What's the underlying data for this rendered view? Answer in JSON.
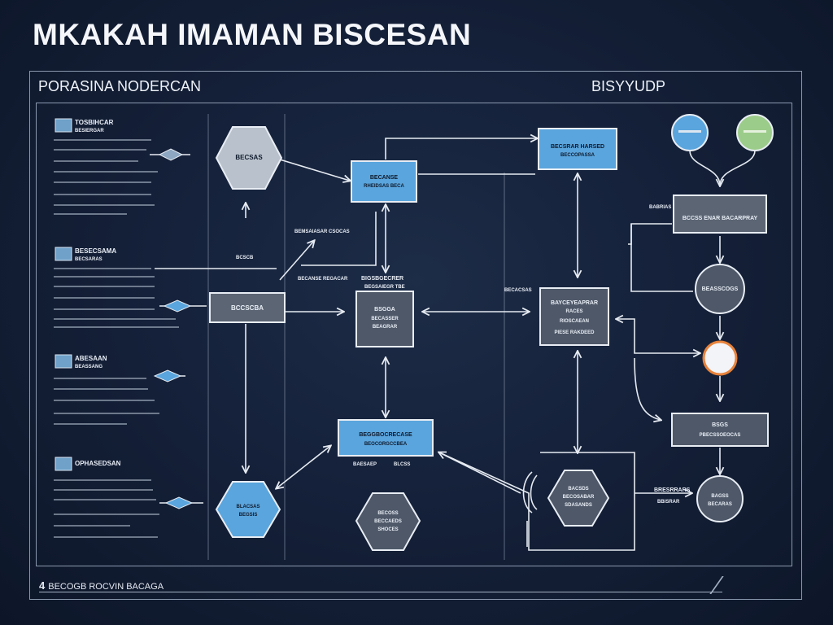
{
  "title": "MKAKAH IMAMAN BISCESAN",
  "left_panel_title": "PORASINA NODERCAN",
  "right_panel_title": "BISYYUDP",
  "footer": {
    "number": "4",
    "text": "BECOGB ROCVIN BACAGA"
  },
  "colors": {
    "background": "#15213a",
    "node_blue": "#5aa5dd",
    "node_gray": "#5b6573",
    "node_hex": "#b9c2cc",
    "node_green": "#9ccc8a",
    "accent_orange": "#e8823a",
    "line": "#e6ebf2"
  },
  "sidebar": [
    {
      "heading": "TOSBIHCAR",
      "sub": "BESIERGAR"
    },
    {
      "heading": "BESECSAMA",
      "sub": "BECSARAS"
    },
    {
      "heading": "ABESAAN",
      "sub": "BEASSANG"
    },
    {
      "heading": "OPHASEDSAN",
      "sub": ""
    }
  ],
  "nodes": {
    "top_hexagon": "BECSAS",
    "top_box": "BECANSE",
    "top_box_sub": "RHEIDSAS BECA",
    "top_right_box": "BECSRAR HARSED",
    "top_right_box_sub": "BECCOPASSA",
    "mid_left_box": "BCCSCBA",
    "center_box": "BSGGA",
    "center_box_sub": "BECASSER",
    "center_box_line2": "BEAGRAR",
    "right_mid_box": "BAYCEYEAPRAR",
    "right_mid_box_sub": "RACES",
    "right_mid_box_line3": "RIOSCAEAN",
    "right_mid_box_line4": "PIESE RAKDEED",
    "lower_blue_box": "BEGGBOCRECASE",
    "lower_blue_box_sub": "BEOCORGCCBEA",
    "bottom_hex_blue": "BLACSAS",
    "bottom_hex_blue_sub": "BEGSIS",
    "bottom_hex_gray": "BECOSS",
    "bottom_hex_gray_sub": "BECCAEDS",
    "bottom_hex_gray_line3": "SHOCES",
    "bottom_right_hex": "BACSDS",
    "bottom_right_hex_sub": "BECOSABAR",
    "bottom_right_hex_line3": "SDASANDS",
    "right_top_box": "BCCSS ENAR BACARPRAY",
    "right_circle": "BEASSCOGS",
    "right_bottom_box": "BSGS",
    "right_bottom_box_sub": "PBECSSOEOCAS",
    "right_bottom_circle": "BAGSS",
    "right_bottom_circle_sub": "BECARAS"
  },
  "labels": {
    "mid_top_small": "BEMSAIASAR CSOCAS",
    "mid_left_small": "BCSCB",
    "mid_left_small2": "BECANSE REGACAR",
    "center_top_label": "BIGSBGECRER",
    "center_top_label2": "BEGSAIEGR TBE",
    "right_side_small": "BECACSAS",
    "right_top_small": "BABRIAS",
    "lower_left_label": "BAESAEP",
    "lower_mid_label": "BLCSS",
    "right_label": "BRESRRARS",
    "right_label_sub": "BBISRAR"
  }
}
